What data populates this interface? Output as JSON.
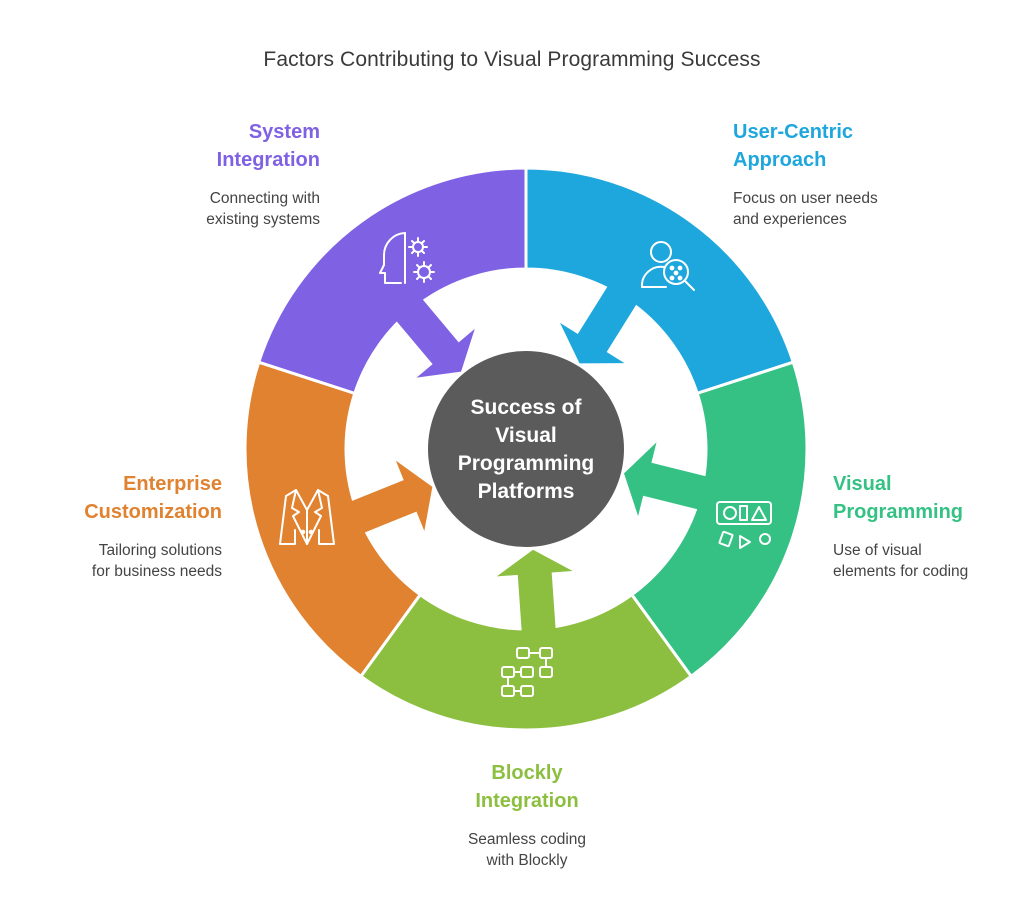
{
  "title": "Factors Contributing to Visual Programming Success",
  "center": {
    "lines": [
      "Success of",
      "Visual",
      "Programming",
      "Platforms"
    ],
    "color": "#5b5b5b"
  },
  "segments": [
    {
      "id": "user-centric",
      "head": "User-Centric\nApproach",
      "desc": "Focus on user needs\nand experiences",
      "color": "#1ea7dd",
      "icon": "user-search-icon"
    },
    {
      "id": "visual-programming",
      "head": "Visual\nProgramming",
      "desc": "Use of visual\nelements for coding",
      "color": "#35c184",
      "icon": "shapes-icon"
    },
    {
      "id": "blockly-integration",
      "head": "Blockly\nIntegration",
      "desc": "Seamless coding\nwith Blockly",
      "color": "#8cbf3f",
      "icon": "blocks-icon"
    },
    {
      "id": "enterprise-customization",
      "head": "Enterprise\nCustomization",
      "desc": "Tailoring solutions\nfor business needs",
      "color": "#e0822f",
      "icon": "suit-jacket-icon"
    },
    {
      "id": "system-integration",
      "head": "System\nIntegration",
      "desc": "Connecting with\nexisting systems",
      "color": "#7f61e4",
      "icon": "head-gears-icon"
    }
  ]
}
